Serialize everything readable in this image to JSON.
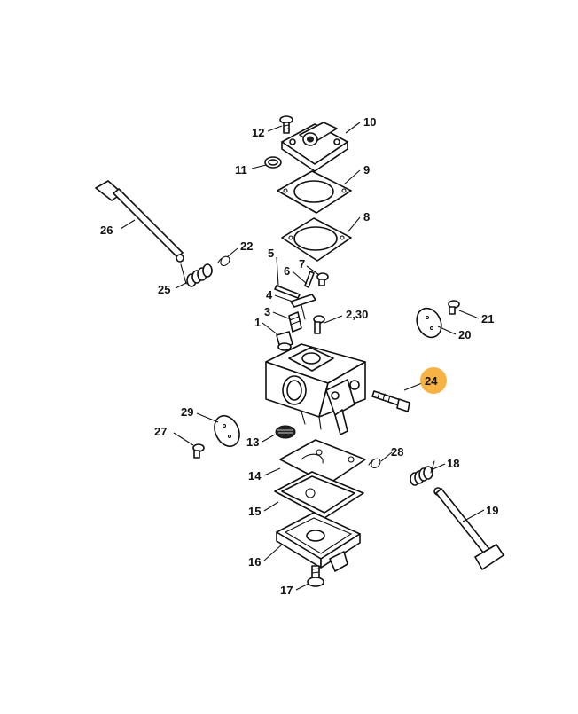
{
  "callouts": [
    {
      "id": "c12",
      "label": "12"
    },
    {
      "id": "c10",
      "label": "10"
    },
    {
      "id": "c11",
      "label": "11"
    },
    {
      "id": "c9",
      "label": "9"
    },
    {
      "id": "c8",
      "label": "8"
    },
    {
      "id": "c26",
      "label": "26"
    },
    {
      "id": "c22",
      "label": "22"
    },
    {
      "id": "c25",
      "label": "25"
    },
    {
      "id": "c5",
      "label": "5"
    },
    {
      "id": "c6",
      "label": "6"
    },
    {
      "id": "c7",
      "label": "7"
    },
    {
      "id": "c4",
      "label": "4"
    },
    {
      "id": "c3",
      "label": "3"
    },
    {
      "id": "c230",
      "label": "2,30"
    },
    {
      "id": "c1",
      "label": "1"
    },
    {
      "id": "c21",
      "label": "21"
    },
    {
      "id": "c20",
      "label": "20"
    },
    {
      "id": "c24",
      "label": "24"
    },
    {
      "id": "c29",
      "label": "29"
    },
    {
      "id": "c27",
      "label": "27"
    },
    {
      "id": "c13",
      "label": "13"
    },
    {
      "id": "c14",
      "label": "14"
    },
    {
      "id": "c28",
      "label": "28"
    },
    {
      "id": "c18",
      "label": "18"
    },
    {
      "id": "c15",
      "label": "15"
    },
    {
      "id": "c19",
      "label": "19"
    },
    {
      "id": "c16",
      "label": "16"
    },
    {
      "id": "c17",
      "label": "17"
    }
  ],
  "highlight": {
    "callout": "24",
    "color": "#f5a623"
  },
  "colors": {
    "line": "#111111",
    "background": "#ffffff"
  }
}
